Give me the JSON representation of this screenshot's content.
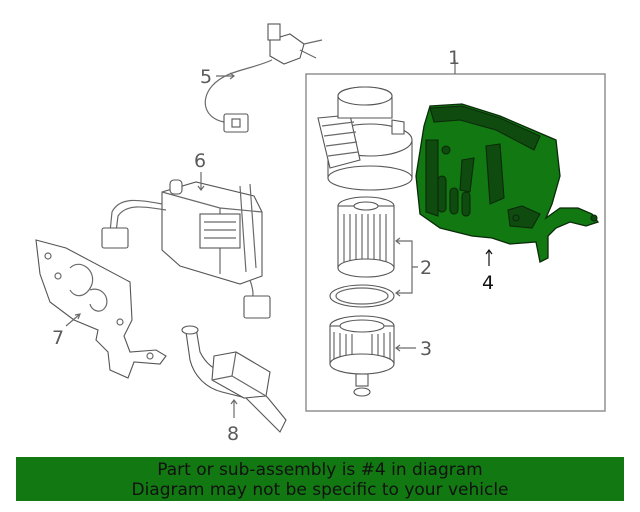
{
  "callouts": {
    "c1": "1",
    "c2": "2",
    "c3": "3",
    "c4": "4",
    "c5": "5",
    "c6": "6",
    "c7": "7",
    "c8": "8"
  },
  "banner": {
    "line1": "Part or sub-assembly is #4 in diagram",
    "line2": "Diagram may not be specific to your vehicle"
  },
  "colors": {
    "highlight": "#127812",
    "banner_bg": "#127812",
    "line": "#6a6a6a"
  }
}
